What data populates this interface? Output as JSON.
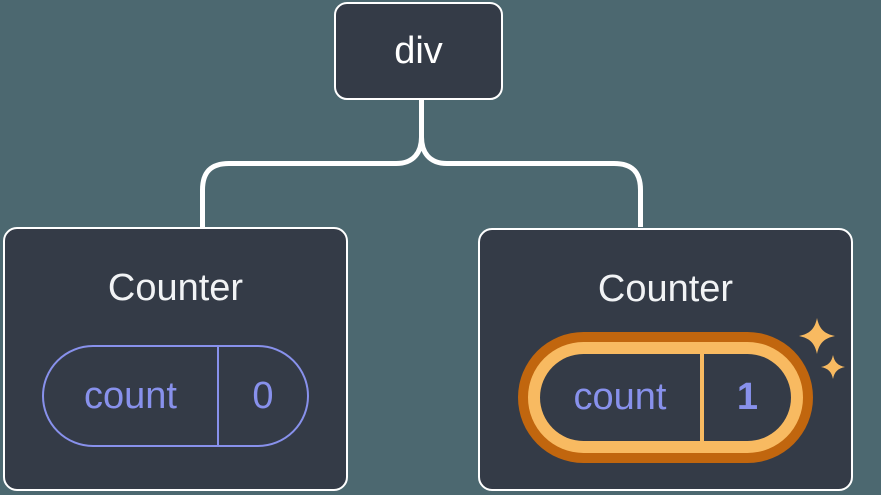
{
  "diagram": {
    "root_node": {
      "label": "div"
    },
    "counters": [
      {
        "title": "Counter",
        "state_key": "count",
        "state_value": "0",
        "highlighted": false
      },
      {
        "title": "Counter",
        "state_key": "count",
        "state_value": "1",
        "highlighted": true
      }
    ],
    "icons": {
      "sparkles": "sparkle-stars"
    },
    "colors": {
      "background": "#4c6870",
      "node_background": "#343b47",
      "node_border": "#ffffff",
      "connector": "#ffffff",
      "title_text": "#f1f3f5",
      "state_purple": "#8891ec",
      "highlight_orange": "#f8ba61",
      "highlight_orange_dark": "#c1660e"
    }
  }
}
